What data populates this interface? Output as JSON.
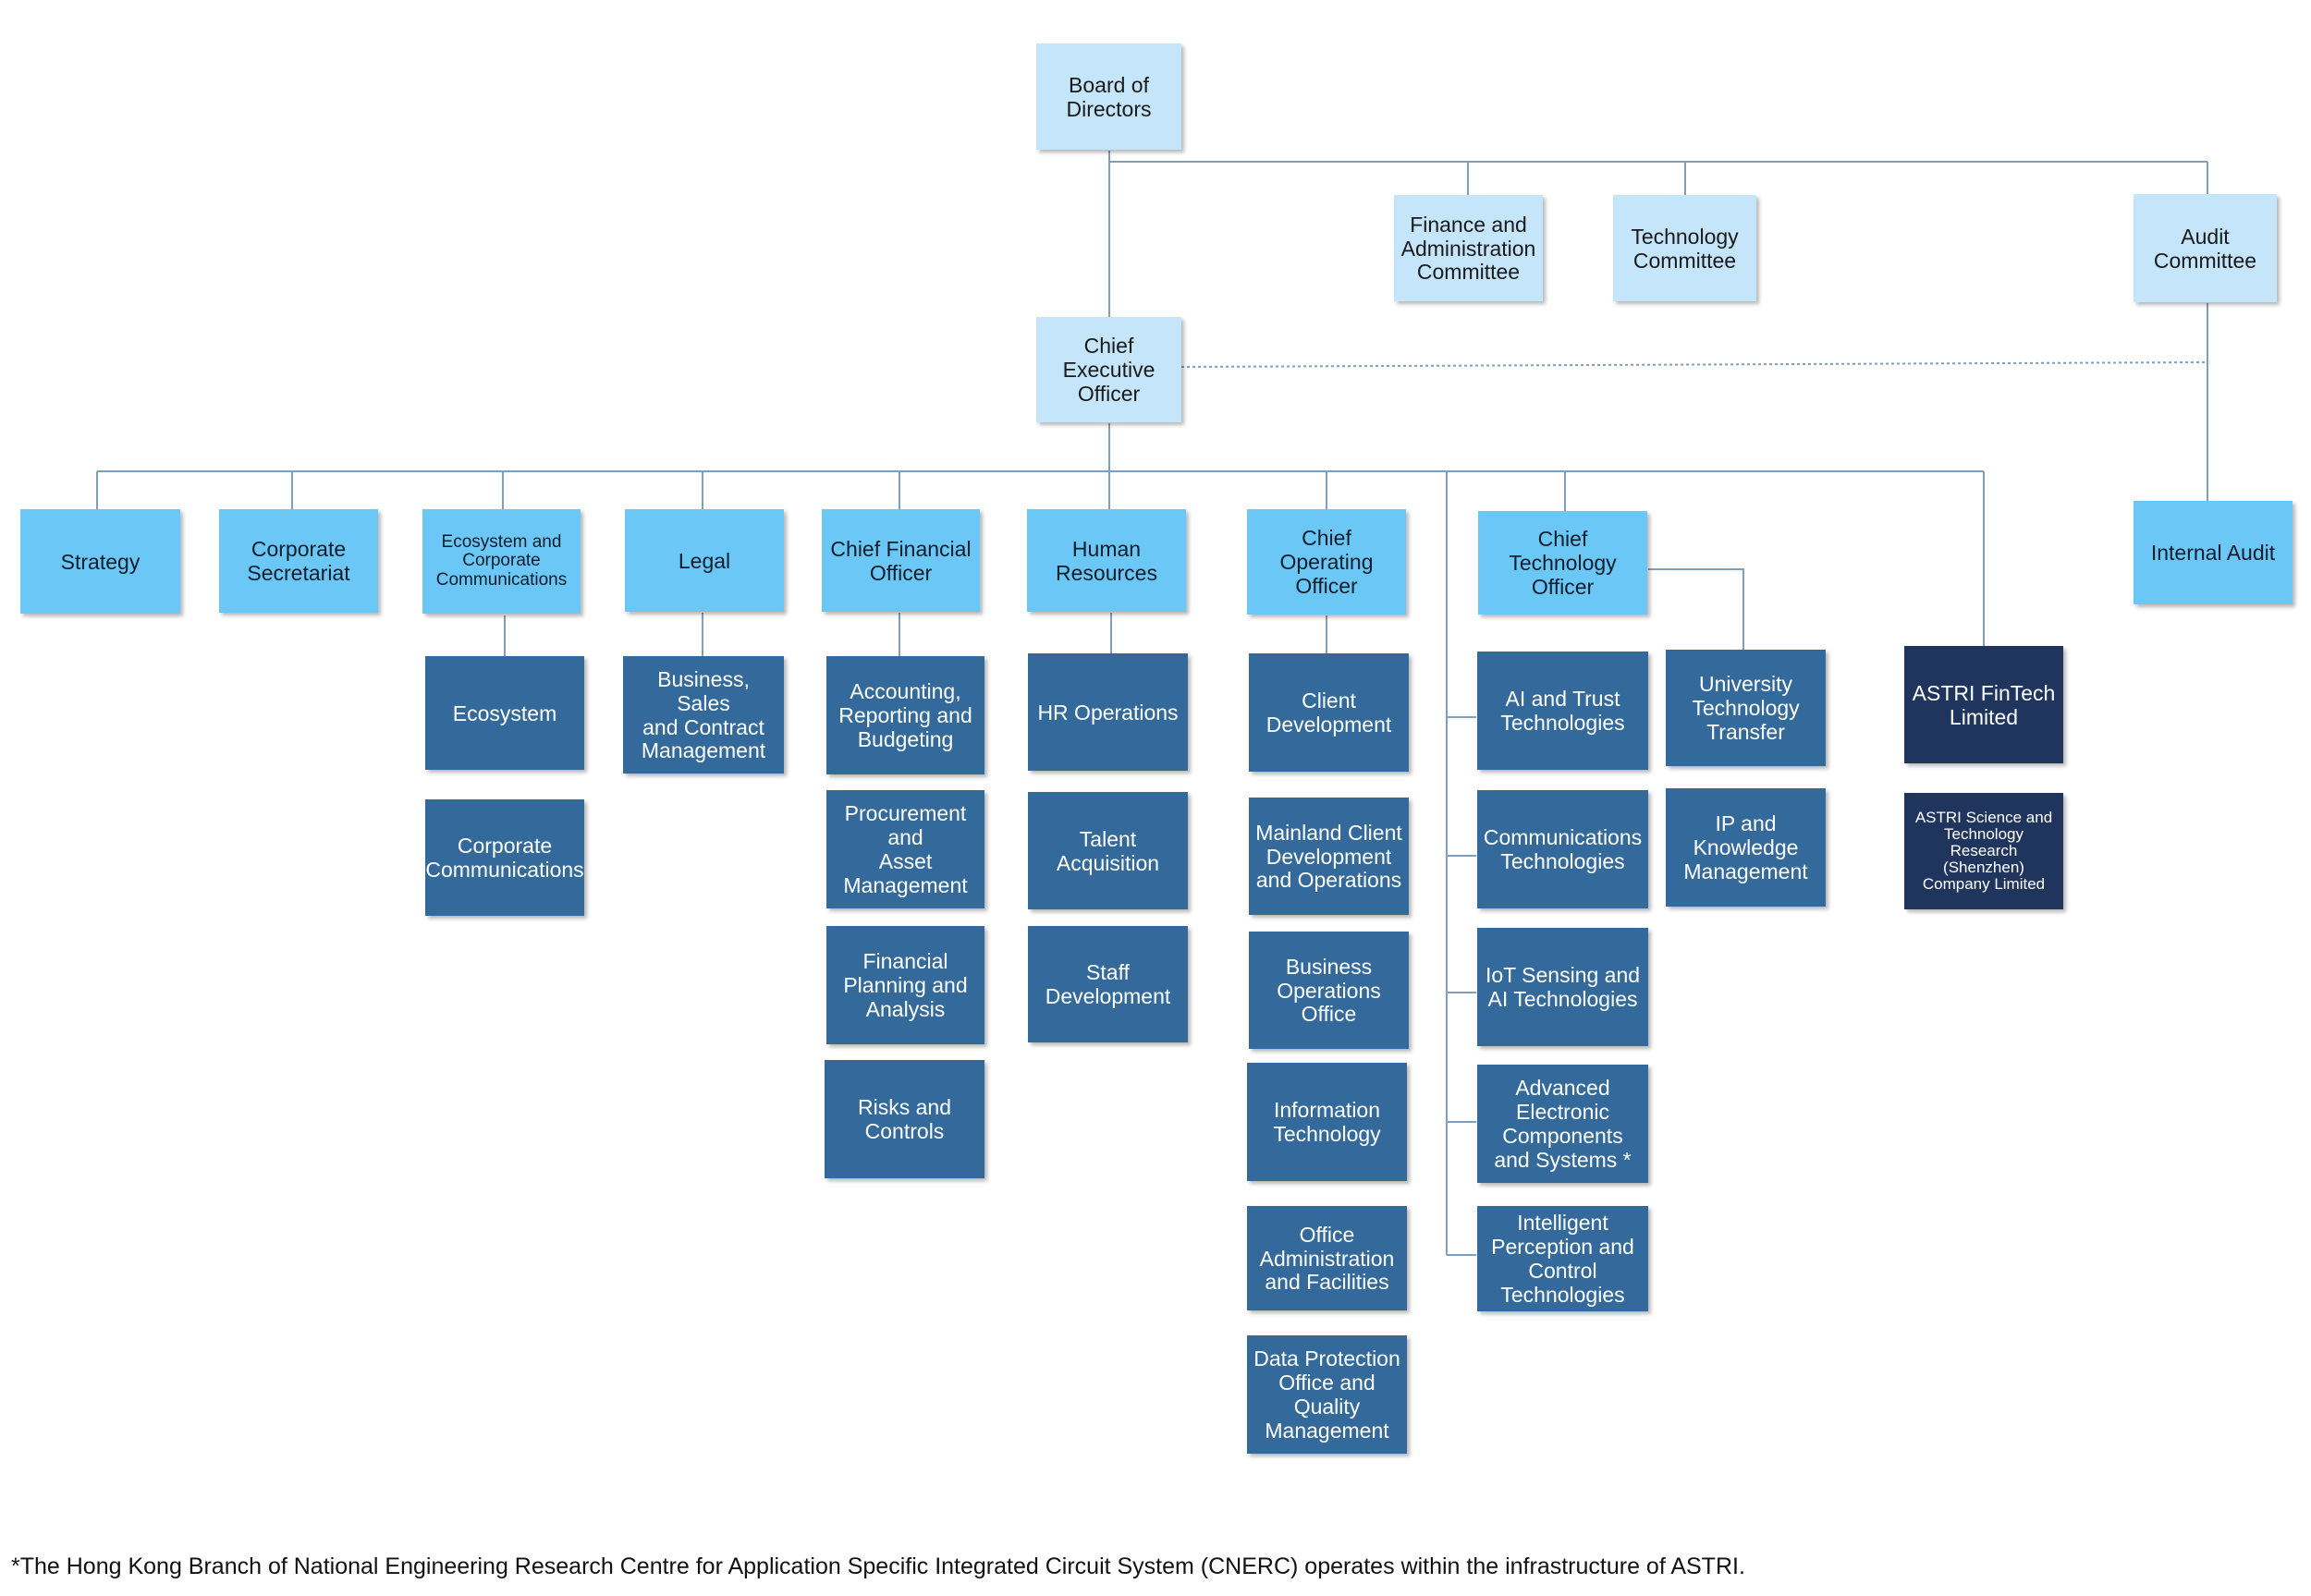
{
  "governance": {
    "board": "Board of\nDirectors",
    "finance_committee": "Finance and\nAdministration\nCommittee",
    "technology_committee": "Technology\nCommittee",
    "audit_committee": "Audit\nCommittee",
    "ceo": "Chief\nExecutive\nOfficer",
    "internal_audit": "Internal Audit"
  },
  "divisions": {
    "strategy": "Strategy",
    "corporate_secretariat": "Corporate\nSecretariat",
    "ecosystem_comms": "Ecosystem and\nCorporate\nCommunications",
    "legal": "Legal",
    "cfo": "Chief Financial\nOfficer",
    "hr": "Human\nResources",
    "coo": "Chief Operating\nOfficer",
    "cto": "Chief Technology\nOfficer"
  },
  "ecosystem_units": [
    "Ecosystem",
    "Corporate\nCommunications"
  ],
  "legal_units": [
    "Business, Sales\nand Contract\nManagement"
  ],
  "cfo_units": [
    "Accounting,\nReporting and\nBudgeting",
    "Procurement\nand\nAsset\nManagement",
    "Financial\nPlanning and\nAnalysis",
    "Risks and\nControls"
  ],
  "hr_units": [
    "HR Operations",
    "Talent\nAcquisition",
    "Staff\nDevelopment"
  ],
  "coo_units": [
    "Client\nDevelopment",
    "Mainland Client\nDevelopment\nand Operations",
    "Business\nOperations\nOffice",
    "Information\nTechnology",
    "Office\nAdministration\nand Facilities",
    "Data Protection\nOffice and\nQuality\nManagement"
  ],
  "cto_units": [
    "AI and Trust\nTechnologies",
    "Communications\nTechnologies",
    "IoT Sensing and\nAI Technologies",
    "Advanced\nElectronic\nComponents\nand Systems *",
    "Intelligent\nPerception and\nControl\nTechnologies"
  ],
  "cto_side_units": [
    "University\nTechnology\nTransfer",
    "IP and\nKnowledge\nManagement"
  ],
  "subsidiaries": {
    "fintech": "ASTRI FinTech\nLimited",
    "shenzhen": "ASTRI Science and\nTechnology\nResearch\n(Shenzhen)\nCompany Limited"
  },
  "footnote": "*The Hong Kong Branch of National Engineering Research Centre for Application Specific Integrated Circuit System (CNERC) operates within the infrastructure of ASTRI.",
  "colors": {
    "board": "#c5e5fb",
    "lead": "#6bc8f6",
    "unit": "#336a9b",
    "subsidiary": "#1f355e",
    "connector": "#7f9fbf"
  }
}
